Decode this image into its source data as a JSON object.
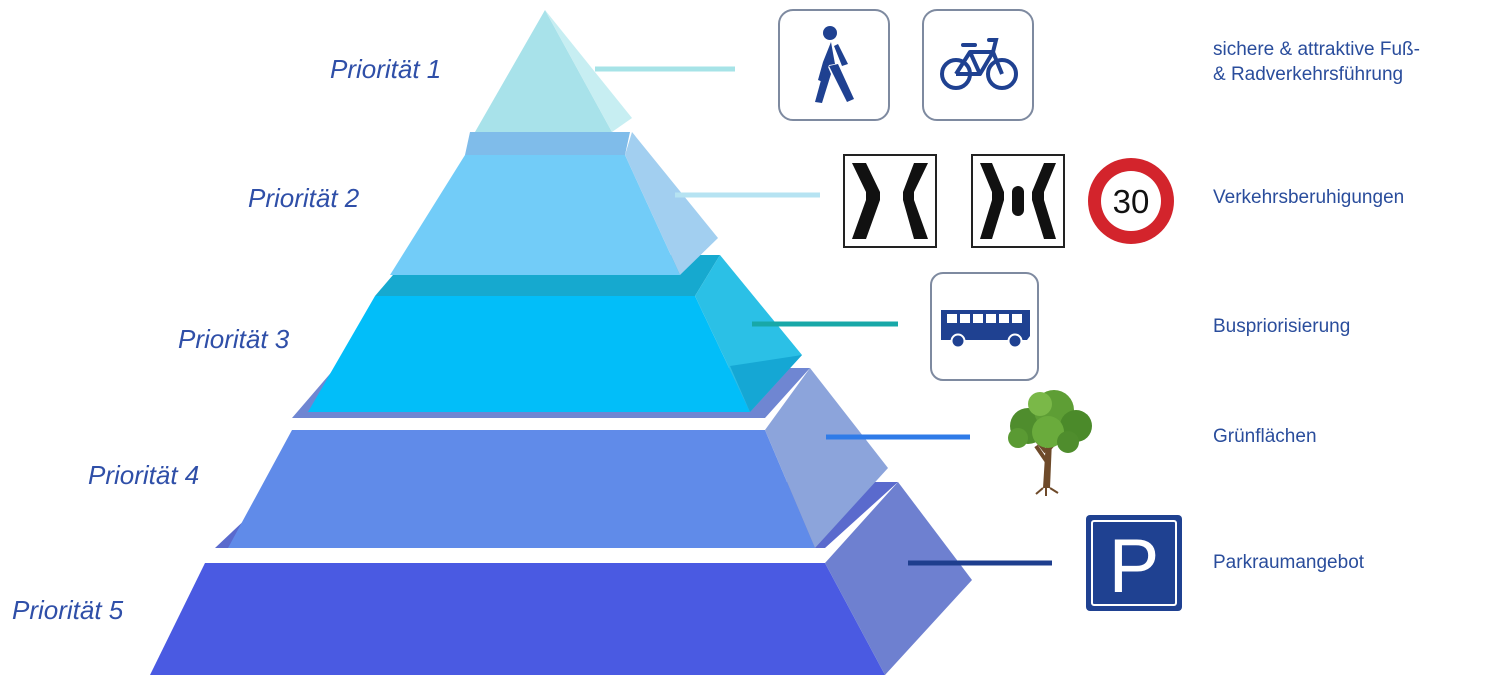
{
  "diagram": {
    "levels": [
      {
        "label": "Priorität 1",
        "description": [
          "sichere & attraktive Fuß-",
          "& Radverkehrsführung"
        ],
        "icons": [
          "pedestrian-sign-icon",
          "bicycle-sign-icon"
        ],
        "color": "#a8e2ea"
      },
      {
        "label": "Priorität 2",
        "description": [
          "Verkehrsberuhigungen"
        ],
        "icons": [
          "road-narrowing-sign-icon",
          "traffic-island-sign-icon",
          "speed-limit-sign-icon"
        ],
        "color": "#72ccf8"
      },
      {
        "label": "Priorität 3",
        "description": [
          "Buspriorisierung"
        ],
        "icons": [
          "bus-sign-icon"
        ],
        "color": "#02bef9"
      },
      {
        "label": "Priorität 4",
        "description": [
          "Grünflächen"
        ],
        "icons": [
          "tree-icon"
        ],
        "color": "#608be9"
      },
      {
        "label": "Priorität 5",
        "description": [
          "Parkraumangebot"
        ],
        "icons": [
          "parking-sign-icon"
        ],
        "color": "#4a5ae2"
      }
    ],
    "speed_limit": "30",
    "parking_letter": "P",
    "colors": {
      "label_text": "#2f4fa8",
      "description_text": "#2a4d9c",
      "sign_blue": "#1f4191",
      "sign_border": "#7e8aa0",
      "speed_limit_ring": "#d3242c"
    }
  }
}
